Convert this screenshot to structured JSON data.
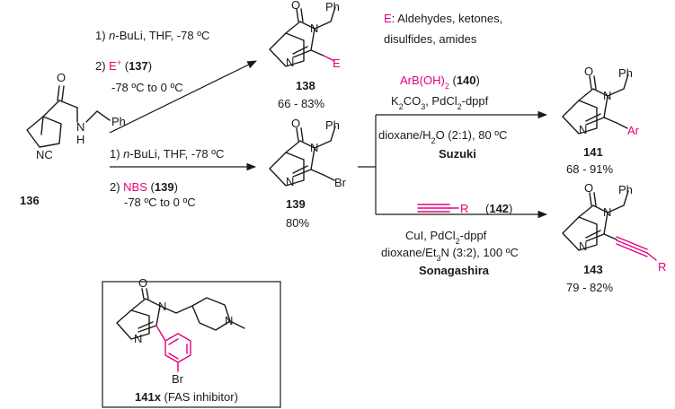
{
  "compounds": {
    "c136": "136",
    "c137": "137",
    "c138": "138",
    "c139": "139",
    "c140": "140",
    "c141": "141",
    "c142": "142",
    "c143": "143",
    "c141x": "141x"
  },
  "atoms": {
    "O": "O",
    "N": "N",
    "H": "H",
    "NC": "NC",
    "Ph": "Ph",
    "E": "E",
    "Br": "Br",
    "Ar": "Ar",
    "R": "R"
  },
  "legend": {
    "E_symbol": "E",
    "E_line1": ": Aldehydes, ketones,",
    "E_line2": "disulfides, amides"
  },
  "step1": {
    "line1_prefix": "1) ",
    "line1_nbuli": "n",
    "line1_rest": "-BuLi, THF, -78 ºC",
    "line2_prefix": "2) ",
    "line2_reagent": "E",
    "line2_sup": "+",
    "line2_open": " (",
    "line2_close": ")",
    "line3": "-78 ºC to 0 ºC"
  },
  "step2": {
    "line1_prefix": "1) ",
    "line1_nbuli": "n",
    "line1_rest": "-BuLi, THF, -78 ºC",
    "line2_prefix": "2) ",
    "line2_reagent": "NBS",
    "line2_open": " (",
    "line2_close": ")",
    "line3": "-78 ºC to 0 ºC"
  },
  "suzuki": {
    "reagent_a": "ArB(OH)",
    "reagent_sub": "2",
    "reagent_open": " (",
    "reagent_close": ")",
    "line2_a": "K",
    "line2_sub": "2",
    "line2_b": "CO",
    "line2_sub2": "3",
    "line2_c": ", PdCl",
    "line2_sub3": "2",
    "line2_d": "-dppf",
    "line3_a": "dioxane/H",
    "line3_sub": "2",
    "line3_b": "O (2:1), 80 ºC",
    "name": "Suzuki"
  },
  "sonogashira": {
    "reagent_R": "R",
    "reagent_open": "(",
    "reagent_close": ")",
    "line2_a": "CuI, PdCl",
    "line2_sub": "2",
    "line2_b": "-dppf",
    "line3_a": "dioxane/Et",
    "line3_sub": "3",
    "line3_b": "N (3:2), 100 ºC",
    "name": "Sonagashira"
  },
  "yields": {
    "y138": "66 - 83%",
    "y139": "80%",
    "y141": "68 - 91%",
    "y143": "79 - 82%"
  },
  "inset": {
    "caption_rest": " (FAS inhibitor)"
  },
  "colors": {
    "accent": "#e5007e",
    "ink": "#1a1a1a"
  }
}
